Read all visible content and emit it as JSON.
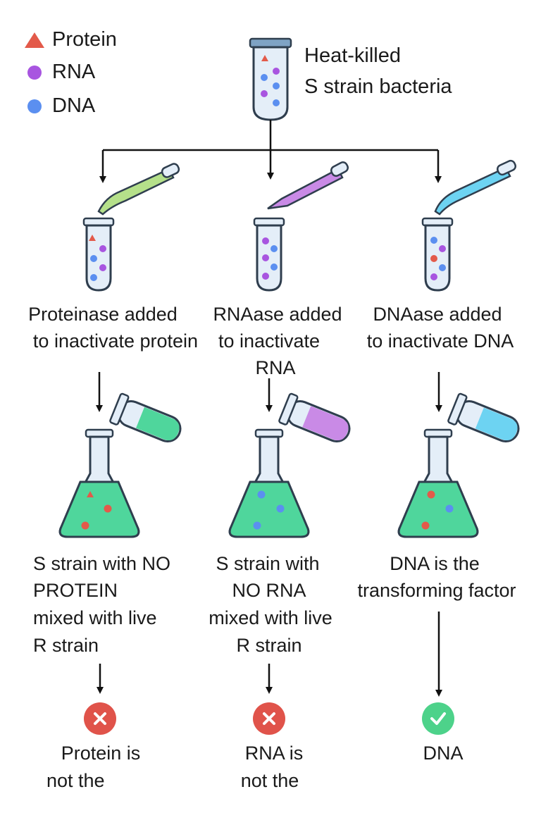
{
  "legend": {
    "protein": "Protein",
    "rna": "RNA",
    "dna": "DNA"
  },
  "source": {
    "label_line1": "Heat-killed",
    "label_line2": "S strain  bacteria"
  },
  "columns": [
    {
      "enzyme_line1": "Proteinase added",
      "enzyme_line2": "to inactivate protein",
      "enzyme_line3": "",
      "result_line1": "S strain with NO",
      "result_line2": "PROTEIN",
      "result_line3": "mixed with  live",
      "result_line4": "R strain",
      "outcome": "fail",
      "conclusion_line1": "Protein is",
      "conclusion_line2": "not the"
    },
    {
      "enzyme_line1": "RNAase added",
      "enzyme_line2": "to inactivate",
      "enzyme_line3": "RNA",
      "result_line1": "S strain with",
      "result_line2": "NO RNA",
      "result_line3": "mixed with live",
      "result_line4": "R strain",
      "outcome": "fail",
      "conclusion_line1": "RNA is",
      "conclusion_line2": "not the"
    },
    {
      "enzyme_line1": "DNAase added",
      "enzyme_line2": "to inactivate DNA",
      "enzyme_line3": "",
      "result_line1": "DNA is the",
      "result_line2": "transforming factor",
      "result_line3": "",
      "result_line4": "",
      "outcome": "success",
      "conclusion_line1": "DNA",
      "conclusion_line2": ""
    }
  ],
  "colors": {
    "protein": "#e35a4a",
    "rna": "#a855e0",
    "dna": "#5b8ff0",
    "proteinase": "#b5e08a",
    "rnaase": "#c98ae6",
    "dnaase": "#6dd3f2",
    "culture": "#4fd69c",
    "fail": "#e0534a",
    "success": "#4dd28a"
  },
  "icons": {
    "fail": "x-circle-icon",
    "success": "check-circle-icon"
  }
}
